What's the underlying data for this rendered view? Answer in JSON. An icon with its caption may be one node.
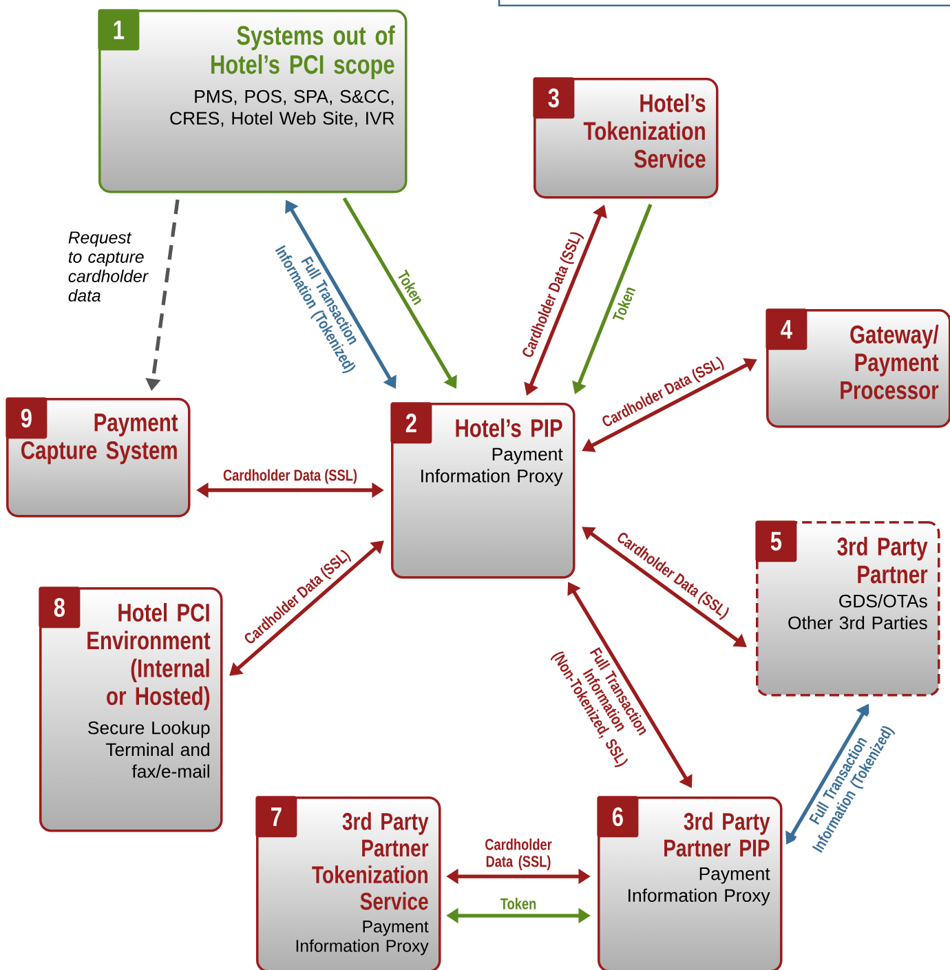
{
  "diagram": {
    "nodes": [
      {
        "text": [
          "1",
          "Systems out of Hotel’s PCI scope",
          "PMS, POS, SPA, S&CC, CRES, Hotel Web Site, IVR"
        ]
      },
      {
        "text": [
          "2",
          "Hotel’s PIP",
          "Payment Information Proxy"
        ]
      },
      {
        "text": [
          "3",
          "Hotel’s Tokenization Service"
        ]
      },
      {
        "text": [
          "4",
          "Gateway/ Payment Processor"
        ]
      },
      {
        "text": [
          "5",
          "3rd Party Partner",
          "GDS/OTAs Other 3rd Parties"
        ]
      },
      {
        "text": [
          "6",
          "3rd Party Partner PIP",
          "Payment Information Proxy"
        ]
      },
      {
        "text": [
          "7",
          "3rd Party Partner Tokenization Service",
          "Payment Information Proxy"
        ]
      },
      {
        "text": [
          "8",
          "Hotel PCI Environment (Internal or Hosted)",
          "Secure Lookup Terminal and fax/e-mail"
        ]
      },
      {
        "text": [
          "9",
          "Payment Capture System"
        ]
      }
    ],
    "edges": [
      {
        "from": 0,
        "to": 8,
        "arrow": "to",
        "label": "Request to capture cardholder data",
        "style": "dashed",
        "color": "#555555"
      },
      {
        "from": 1,
        "to": 0,
        "arrow": "both",
        "label": "Full Transaction Information (Tokenized)",
        "color": "#3a6e96"
      },
      {
        "from": 0,
        "to": 1,
        "arrow": "to",
        "label": "Token",
        "color": "#5a8a1e"
      },
      {
        "from": 1,
        "to": 2,
        "arrow": "both",
        "label": "Cardholder Data (SSL)"
      },
      {
        "from": 2,
        "to": 1,
        "arrow": "to",
        "label": "Token",
        "color": "#5a8a1e"
      },
      {
        "from": 1,
        "to": 3,
        "arrow": "both",
        "label": "Cardholder Data (SSL)"
      },
      {
        "from": 8,
        "to": 1,
        "arrow": "both",
        "label": "Cardholder Data (SSL)"
      },
      {
        "from": 7,
        "to": 1,
        "arrow": "both",
        "label": "Cardholder Data (SSL)"
      },
      {
        "from": 1,
        "to": 4,
        "arrow": "both",
        "label": "Cardholder Data (SSL)"
      },
      {
        "from": 1,
        "to": 5,
        "arrow": "both",
        "label": "Full Transaction Information (Non-Tokenized, SSL)"
      },
      {
        "from": 4,
        "to": 5,
        "arrow": "both",
        "label": "Full Transaction Information (Tokenized)",
        "color": "#3a6e96"
      },
      {
        "from": 6,
        "to": 5,
        "arrow": "both",
        "label": "Cardholder Data (SSL)"
      },
      {
        "from": 6,
        "to": 5,
        "arrow": "both",
        "label": "Token",
        "color": "#5a8a1e"
      }
    ]
  }
}
